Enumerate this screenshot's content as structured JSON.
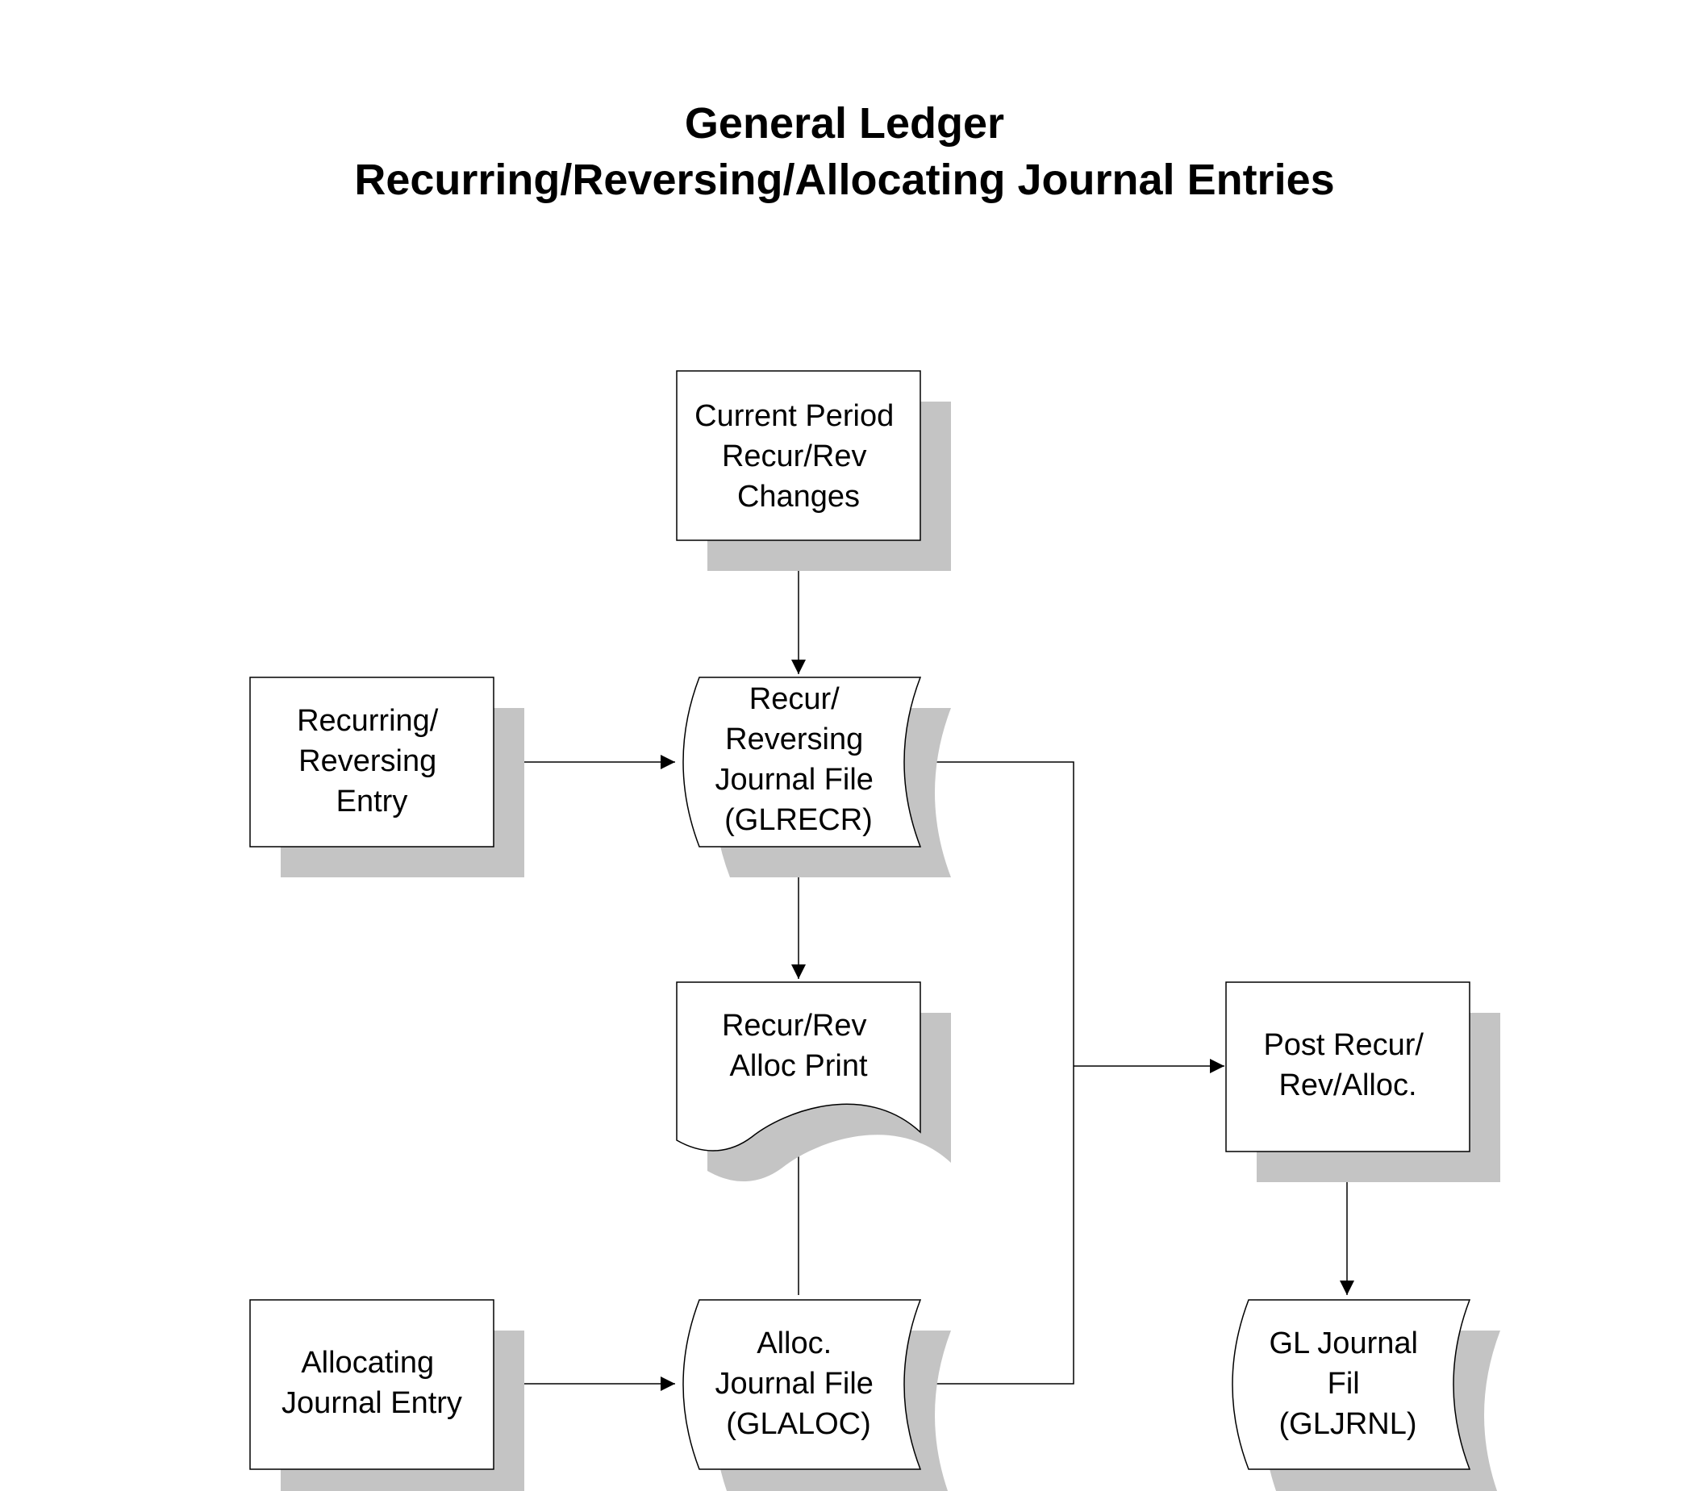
{
  "title": {
    "line1": "General Ledger",
    "line2": "Recurring/Reversing/Allocating Journal Entries"
  },
  "colors": {
    "shadow": "#c4c4c4",
    "line": "#000000",
    "fill": "#ffffff"
  },
  "nodes": {
    "current_period": {
      "shape": "process",
      "lines": [
        "Current Period",
        "Recur/Rev",
        "Changes"
      ]
    },
    "recurring_entry": {
      "shape": "process",
      "lines": [
        "Recurring/",
        "Reversing",
        "Entry"
      ]
    },
    "recur_journal_file": {
      "shape": "stored-data",
      "lines": [
        "Recur/",
        "Reversing",
        "Journal File",
        "(GLRECR)"
      ]
    },
    "alloc_print": {
      "shape": "document",
      "lines": [
        "Recur/Rev",
        "Alloc Print"
      ]
    },
    "post": {
      "shape": "process",
      "lines": [
        "Post Recur/",
        "Rev/Alloc."
      ]
    },
    "allocating_entry": {
      "shape": "process",
      "lines": [
        "Allocating",
        "Journal Entry"
      ]
    },
    "alloc_journal_file": {
      "shape": "stored-data",
      "lines": [
        "Alloc.",
        "Journal File",
        "(GLALOC)"
      ]
    },
    "gl_journal_file": {
      "shape": "stored-data",
      "lines": [
        "GL Journal",
        "Fil",
        "(GLJRNL)"
      ]
    }
  },
  "edges": [
    {
      "from": "current_period",
      "to": "recur_journal_file"
    },
    {
      "from": "recurring_entry",
      "to": "recur_journal_file"
    },
    {
      "from": "recur_journal_file",
      "to": "alloc_print"
    },
    {
      "from": "alloc_journal_file",
      "to": "alloc_print"
    },
    {
      "from": "allocating_entry",
      "to": "alloc_journal_file"
    },
    {
      "from": "recur_journal_file",
      "to": "post"
    },
    {
      "from": "alloc_journal_file",
      "to": "post"
    },
    {
      "from": "post",
      "to": "gl_journal_file"
    }
  ]
}
